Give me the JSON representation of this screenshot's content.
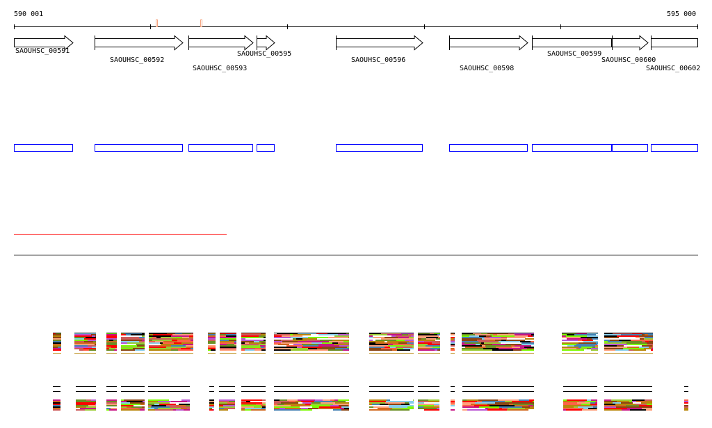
{
  "ruler": {
    "start_label": "590 001",
    "end_label": "595 000"
  },
  "genes": [
    {
      "name": "SAOUHSC_00591",
      "shape": "arrow"
    },
    {
      "name": "SAOUHSC_00592",
      "shape": "arrow"
    },
    {
      "name": "SAOUHSC_00593",
      "shape": "arrow"
    },
    {
      "name": "SAOUHSC_00595",
      "shape": "arrow"
    },
    {
      "name": "SAOUHSC_00596",
      "shape": "arrow"
    },
    {
      "name": "SAOUHSC_00598",
      "shape": "arrow"
    },
    {
      "name": "SAOUHSC_00599",
      "shape": "box"
    },
    {
      "name": "SAOUHSC_00600",
      "shape": "arrow"
    },
    {
      "name": "SAOUHSC_00602",
      "shape": "box"
    }
  ],
  "colors": {
    "feature_box": "#0000ff",
    "highlight_line": "#ff0000",
    "marker": "#f4a582",
    "alignment_palette": [
      "#000000",
      "#ff6347",
      "#7cfc00",
      "#6b8e23",
      "#ba55d3",
      "#87ceeb",
      "#cd5c5c",
      "#d2691e",
      "#8b4513",
      "#c71585",
      "#ffa07a",
      "#4682b4",
      "#b8860b",
      "#ffffff",
      "#ff0000",
      "#9acd32"
    ]
  }
}
